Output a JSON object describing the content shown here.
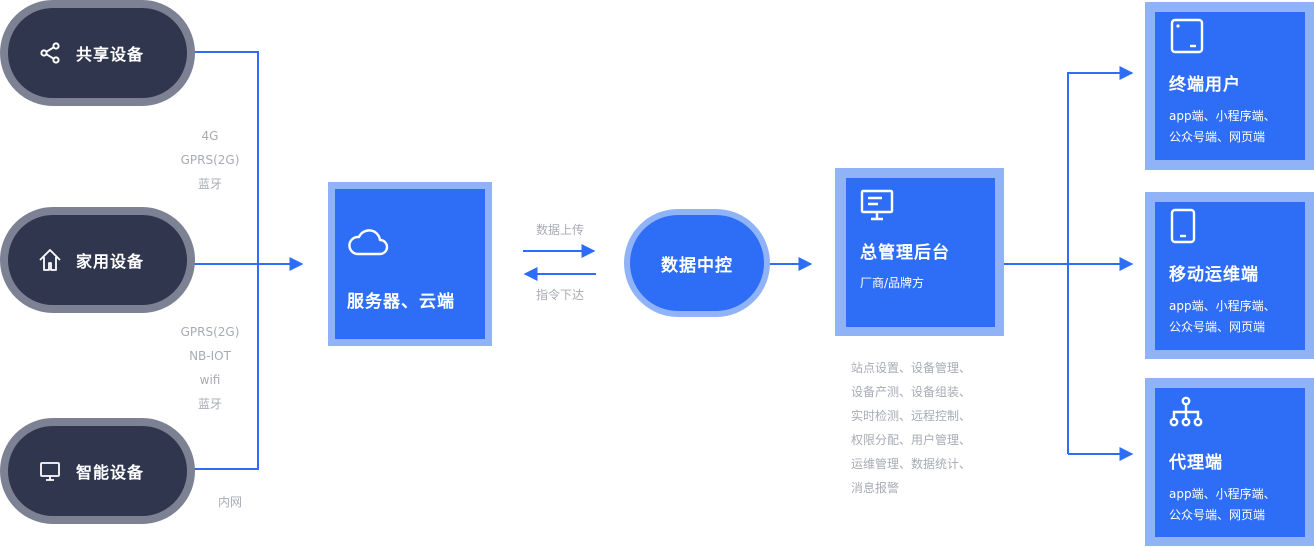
{
  "devices": [
    {
      "label": "共享设备",
      "icon": "share-icon"
    },
    {
      "label": "家用设备",
      "icon": "home-icon"
    },
    {
      "label": "智能设备",
      "icon": "monitor-icon"
    }
  ],
  "network_notes": {
    "top": [
      "4G",
      "GPRS(2G)",
      "蓝牙"
    ],
    "middle": [
      "GPRS(2G)",
      "NB-IOT",
      "wifi",
      "蓝牙"
    ],
    "bottom": "内网"
  },
  "server": {
    "title": "服务器、云端",
    "icon": "cloud-icon"
  },
  "link_labels": {
    "upload": "数据上传",
    "command": "指令下达"
  },
  "hub": {
    "title": "数据中控"
  },
  "admin": {
    "title": "总管理后台",
    "subtitle": "厂商/品牌方",
    "icon": "monitor-icon",
    "features": [
      "站点设置、设备管理、",
      "设备产测、设备组装、",
      "实时检测、远程控制、",
      "权限分配、用户管理、",
      "运维管理、数据统计、",
      "消息报警"
    ]
  },
  "endpoints": [
    {
      "title": "终端用户",
      "lines": [
        "app端、小程序端、",
        "公众号端、网页端"
      ],
      "icon": "tablet-icon"
    },
    {
      "title": "移动运维端",
      "lines": [
        "app端、小程序端、",
        "公众号端、网页端"
      ],
      "icon": "phone-icon"
    },
    {
      "title": "代理端",
      "lines": [
        "app端、小程序端、",
        "公众号端、网页端"
      ],
      "icon": "org-chart-icon"
    }
  ],
  "colors": {
    "primary": "#2e6ef6",
    "primary_light": "#8fb3f6",
    "pill_dark": "#2f364e",
    "pill_border": "#7d8194",
    "muted_text": "#a8abb4"
  }
}
